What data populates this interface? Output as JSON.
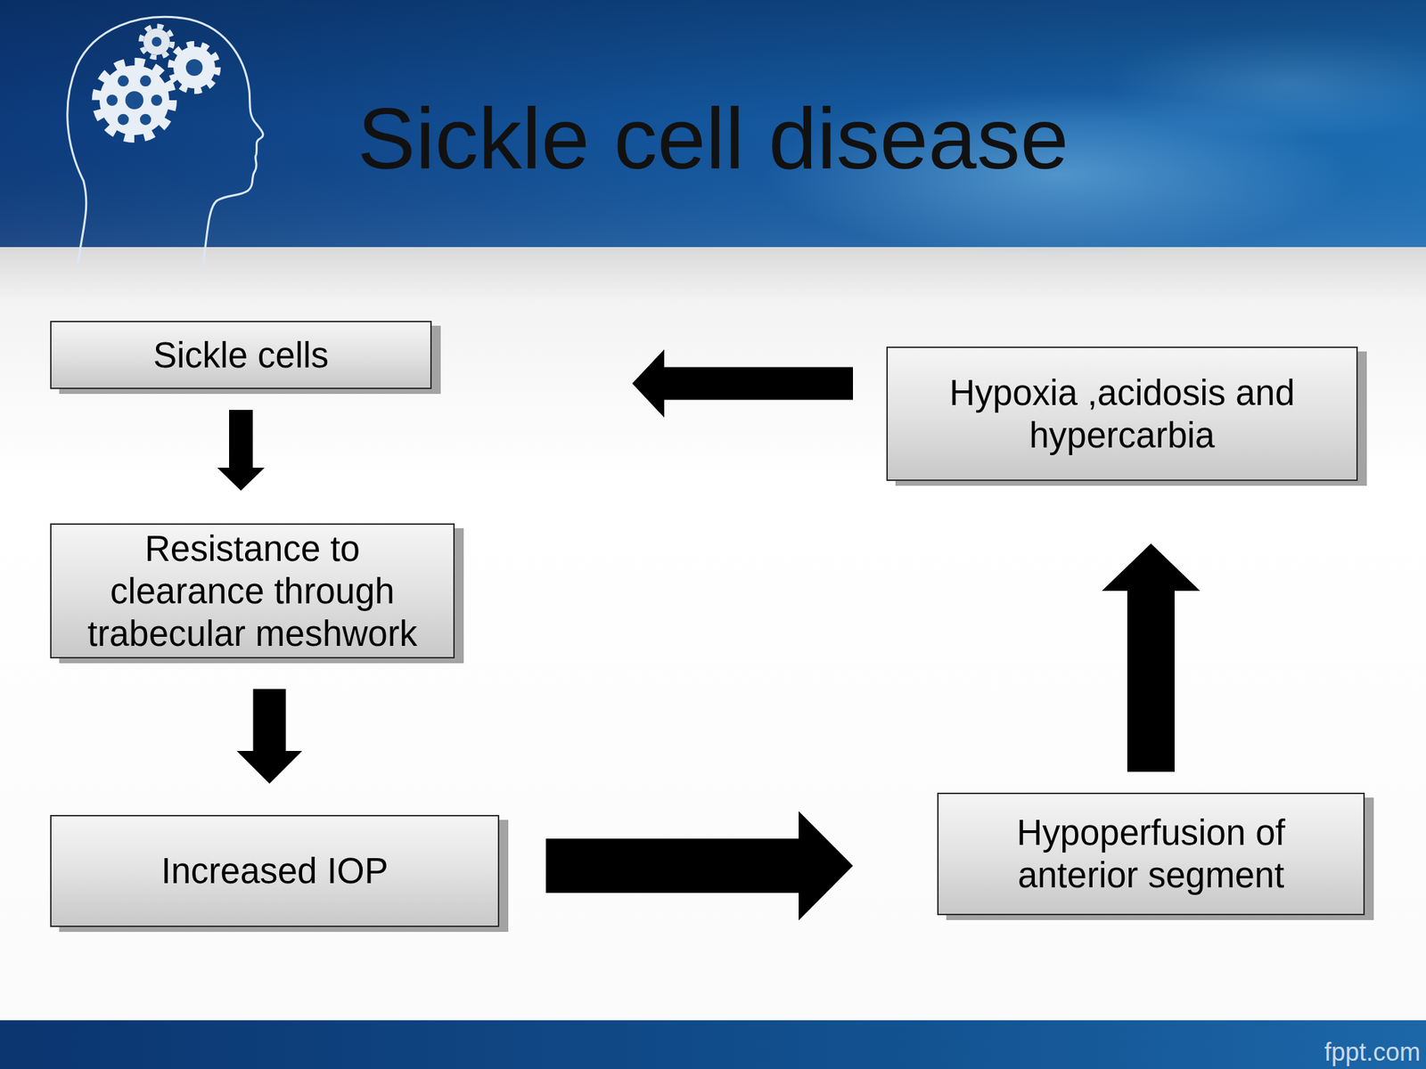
{
  "diagram": {
    "title": "Sickle cell disease",
    "nodes": [
      {
        "text": [
          "Sickle cells"
        ]
      },
      {
        "text": [
          "Resistance to clearance through trabecular meshwork"
        ]
      },
      {
        "text": [
          "Increased IOP"
        ]
      },
      {
        "text": [
          "Hypoperfusion of anterior segment"
        ]
      },
      {
        "text": [
          "Hypoxia ,acidosis and hypercarbia"
        ]
      }
    ],
    "edges": [
      {
        "from": 0,
        "to": 1,
        "arrow": "to"
      },
      {
        "from": 1,
        "to": 2,
        "arrow": "to"
      },
      {
        "from": 2,
        "to": 3,
        "arrow": "to"
      },
      {
        "from": 3,
        "to": 4,
        "arrow": "to"
      },
      {
        "from": 4,
        "to": 0,
        "arrow": "to"
      }
    ],
    "labels": [
      "fppt.com"
    ]
  }
}
